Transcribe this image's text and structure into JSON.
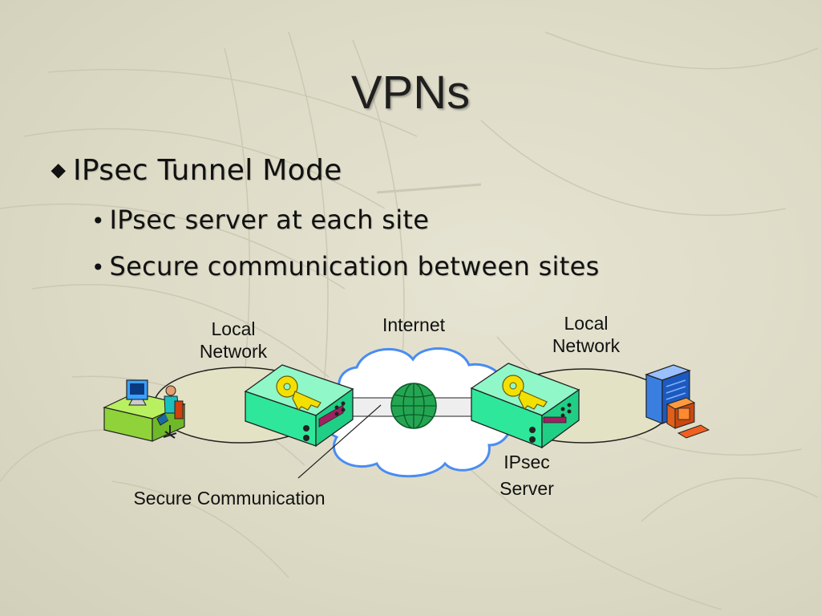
{
  "slide": {
    "title": "VPNs",
    "bullets": {
      "level1": "IPsec Tunnel Mode",
      "level2": [
        "IPsec server at each site",
        "Secure communication between sites"
      ]
    }
  },
  "diagram": {
    "left_network_label": [
      "Local",
      "Network"
    ],
    "internet_label": "Internet",
    "right_network_label": [
      "Local",
      "Network"
    ],
    "ipsec_server_label": [
      "IPsec",
      "Server"
    ],
    "secure_comm_label": "Secure Communication"
  },
  "colors": {
    "background": "#dcdac6",
    "device_green": "#33ee99",
    "cloud_outline": "#4a8cf2",
    "key_yellow": "#f4e000",
    "globe_green": "#1f9a4a"
  }
}
